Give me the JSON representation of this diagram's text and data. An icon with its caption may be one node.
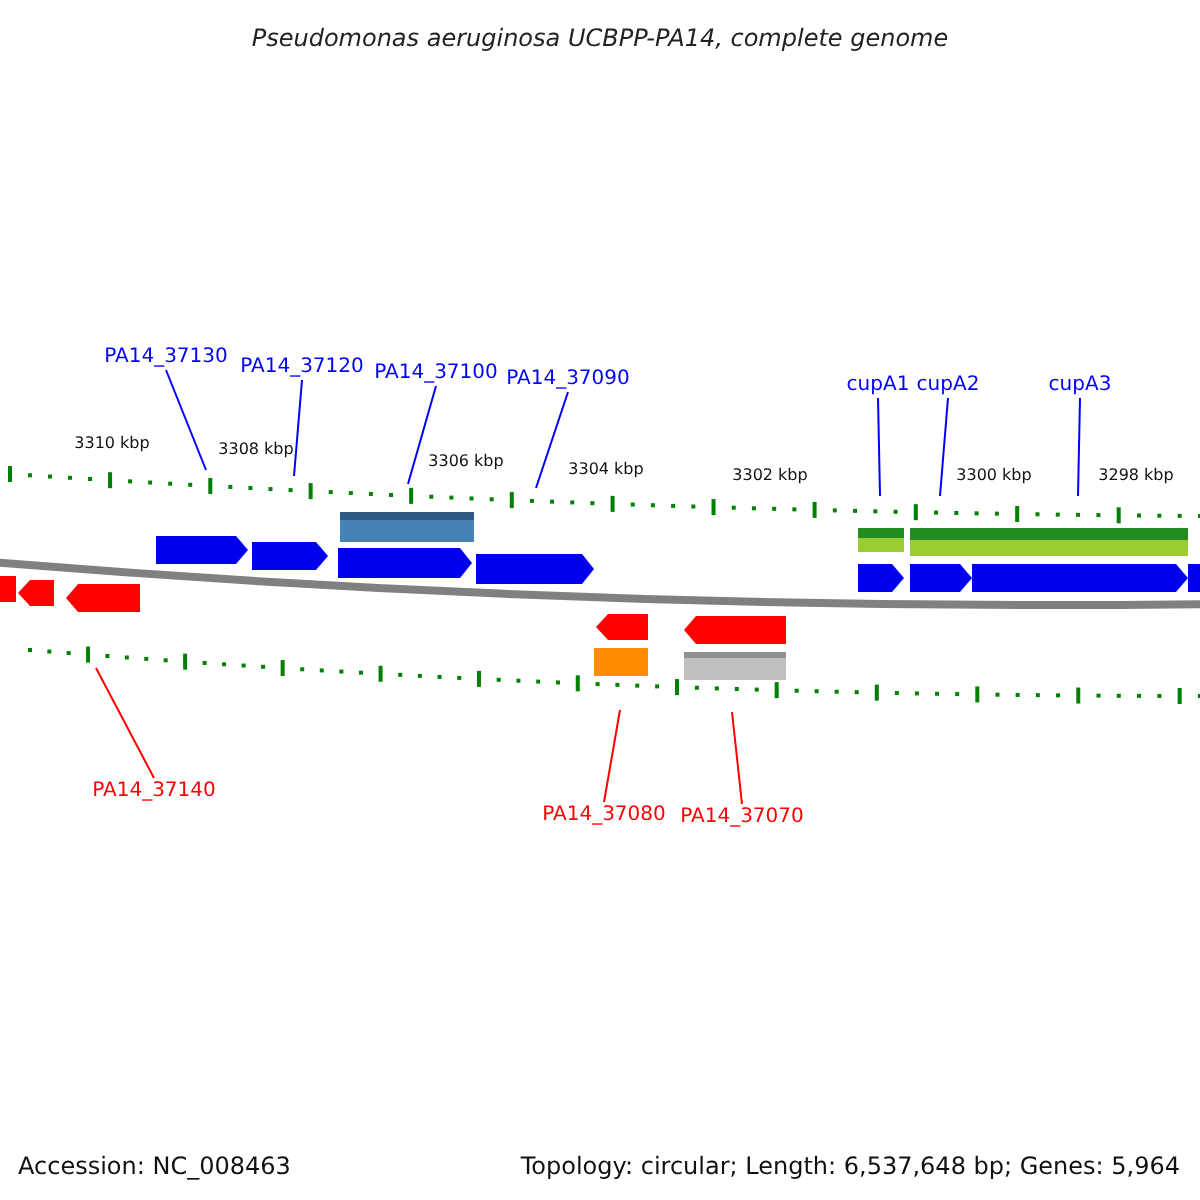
{
  "diagram": {
    "title": "Pseudomonas aeruginosa UCBPP-PA14, complete genome",
    "nodes": [
      {
        "text": [
          "PA14_37130"
        ]
      },
      {
        "text": [
          "PA14_37120"
        ]
      },
      {
        "text": [
          "PA14_37100"
        ]
      },
      {
        "text": [
          "PA14_37090"
        ]
      },
      {
        "text": [
          "cupA1"
        ]
      },
      {
        "text": [
          "cupA2"
        ]
      },
      {
        "text": [
          "cupA3"
        ]
      },
      {
        "text": [
          "PA14_37140"
        ]
      },
      {
        "text": [
          "PA14_37080"
        ]
      },
      {
        "text": [
          "PA14_37070"
        ]
      }
    ],
    "edges": [
      {
        "from": 0,
        "to": null,
        "arrow": "none"
      },
      {
        "from": 1,
        "to": null,
        "arrow": "none"
      },
      {
        "from": 2,
        "to": null,
        "arrow": "none"
      },
      {
        "from": 3,
        "to": null,
        "arrow": "none"
      },
      {
        "from": 4,
        "to": null,
        "arrow": "none"
      },
      {
        "from": 5,
        "to": null,
        "arrow": "none"
      },
      {
        "from": 6,
        "to": null,
        "arrow": "none"
      },
      {
        "from": 7,
        "to": null,
        "arrow": "none",
        "color": "#ff0000"
      },
      {
        "from": 8,
        "to": null,
        "arrow": "none",
        "color": "#ff0000"
      },
      {
        "from": 9,
        "to": null,
        "arrow": "none",
        "color": "#ff0000"
      }
    ],
    "labels": [
      "3310 kbp",
      "3308 kbp",
      "3306 kbp",
      "3304 kbp",
      "3302 kbp",
      "3300 kbp",
      "3298 kbp",
      "Accession: NC_008463",
      "Topology: circular; Length: 6,537,648 bp; Genes: 5,964"
    ]
  }
}
